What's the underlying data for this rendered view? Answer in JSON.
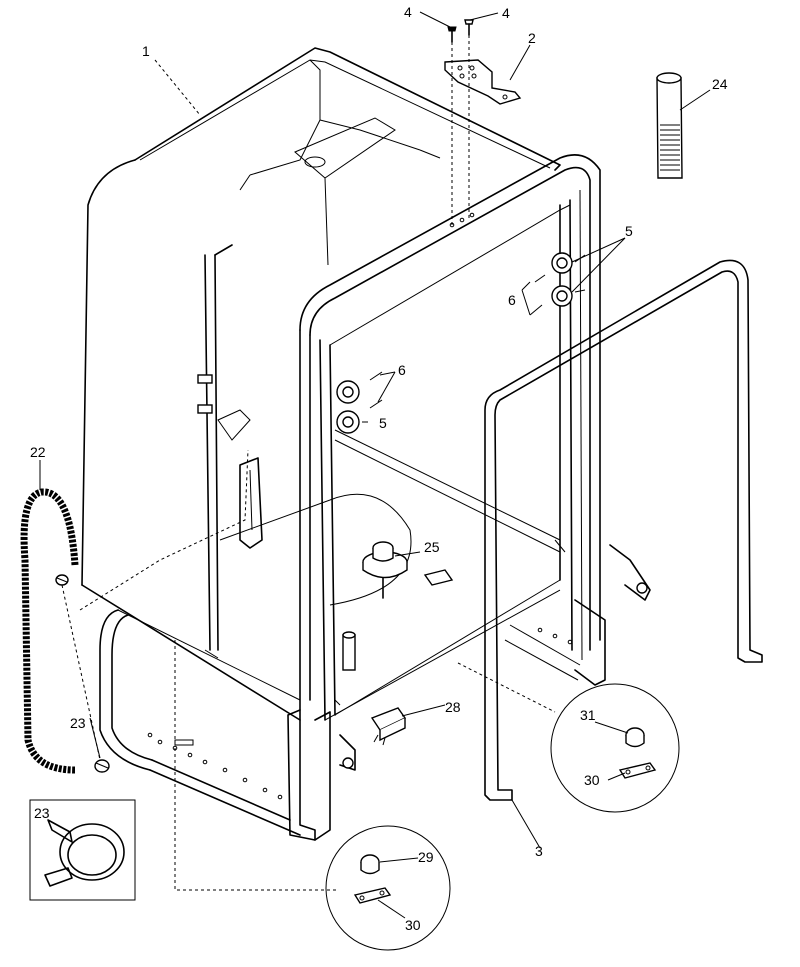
{
  "callouts": {
    "c1": "1",
    "c2": "2",
    "c3": "3",
    "c4a": "4",
    "c4b": "4",
    "c5a": "5",
    "c5b": "5",
    "c6a": "6",
    "c6b": "6",
    "c22": "22",
    "c23a": "23",
    "c23b": "23",
    "c24": "24",
    "c25": "25",
    "c28": "28",
    "c29": "29",
    "c30a": "30",
    "c30b": "30",
    "c31": "31"
  },
  "colors": {
    "line": "#000000",
    "background": "#ffffff"
  }
}
